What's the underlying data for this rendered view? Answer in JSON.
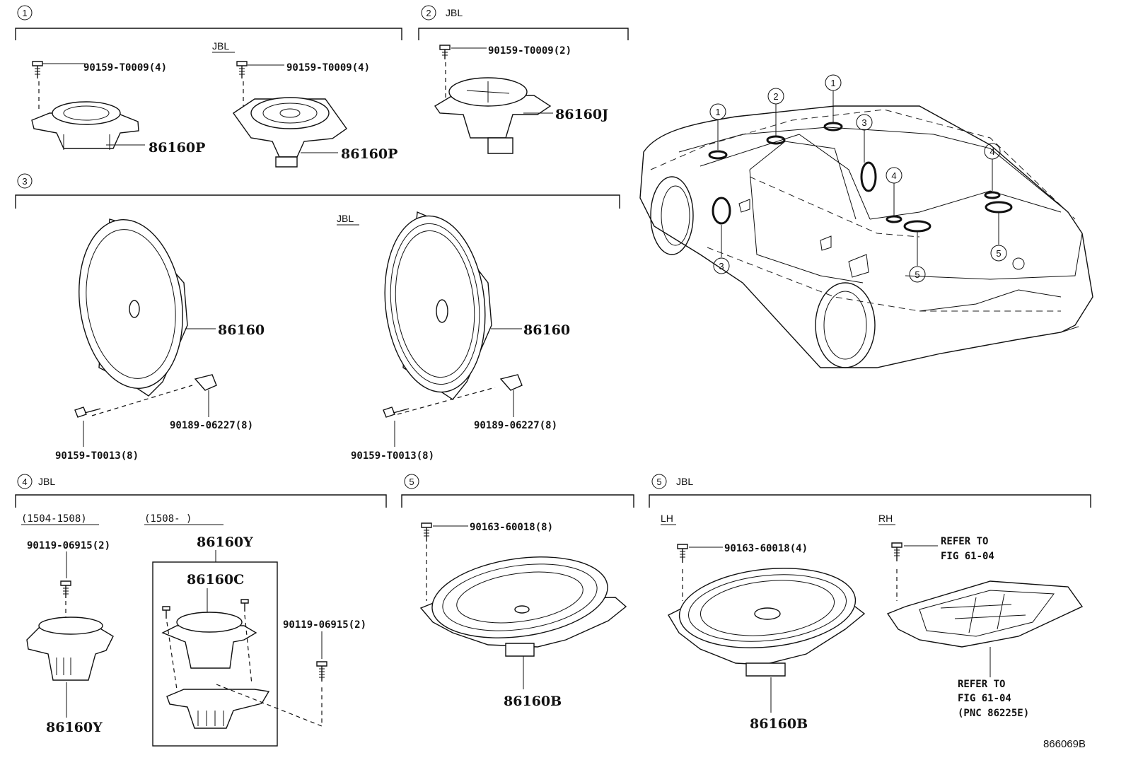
{
  "sections": {
    "s1": {
      "num": "1",
      "left": {
        "screw": "90159-T0009(4)",
        "speaker": "86160P"
      },
      "right": {
        "brand": "JBL",
        "screw": "90159-T0009(4)",
        "speaker": "86160P"
      }
    },
    "s2": {
      "num": "2",
      "brand": "JBL",
      "screw": "90159-T0009(2)",
      "speaker": "86160J"
    },
    "s3": {
      "num": "3",
      "brand": "JBL",
      "left": {
        "speaker": "86160",
        "clip": "90189-06227(8)",
        "screw": "90159-T0013(8)"
      },
      "right": {
        "speaker": "86160",
        "clip": "90189-06227(8)",
        "screw": "90159-T0013(8)"
      }
    },
    "s4": {
      "num": "4",
      "brand": "JBL",
      "a": {
        "period": "(1504-1508)",
        "screw": "90119-06915(2)",
        "speaker": "86160Y"
      },
      "b": {
        "period": "(1508-      )",
        "assembly": "86160Y",
        "sub": "86160C",
        "screw": "90119-06915(2)"
      }
    },
    "s5": {
      "num": "5",
      "screw": "90163-60018(8)",
      "speaker": "86160B"
    },
    "s5jbl": {
      "num": "5",
      "brand": "JBL",
      "lh": {
        "side": "LH",
        "screw": "90163-60018(4)",
        "speaker": "86160B"
      },
      "rh": {
        "side": "RH",
        "ref1a": "REFER TO",
        "ref1b": "FIG 61-04",
        "ref2a": "REFER TO",
        "ref2b": "FIG 61-04",
        "ref2c": "(PNC 86225E)"
      }
    }
  },
  "car_callouts": [
    "1",
    "2",
    "1",
    "3",
    "4",
    "4",
    "3",
    "5",
    "5"
  ],
  "footer": {
    "code": "866069B"
  }
}
